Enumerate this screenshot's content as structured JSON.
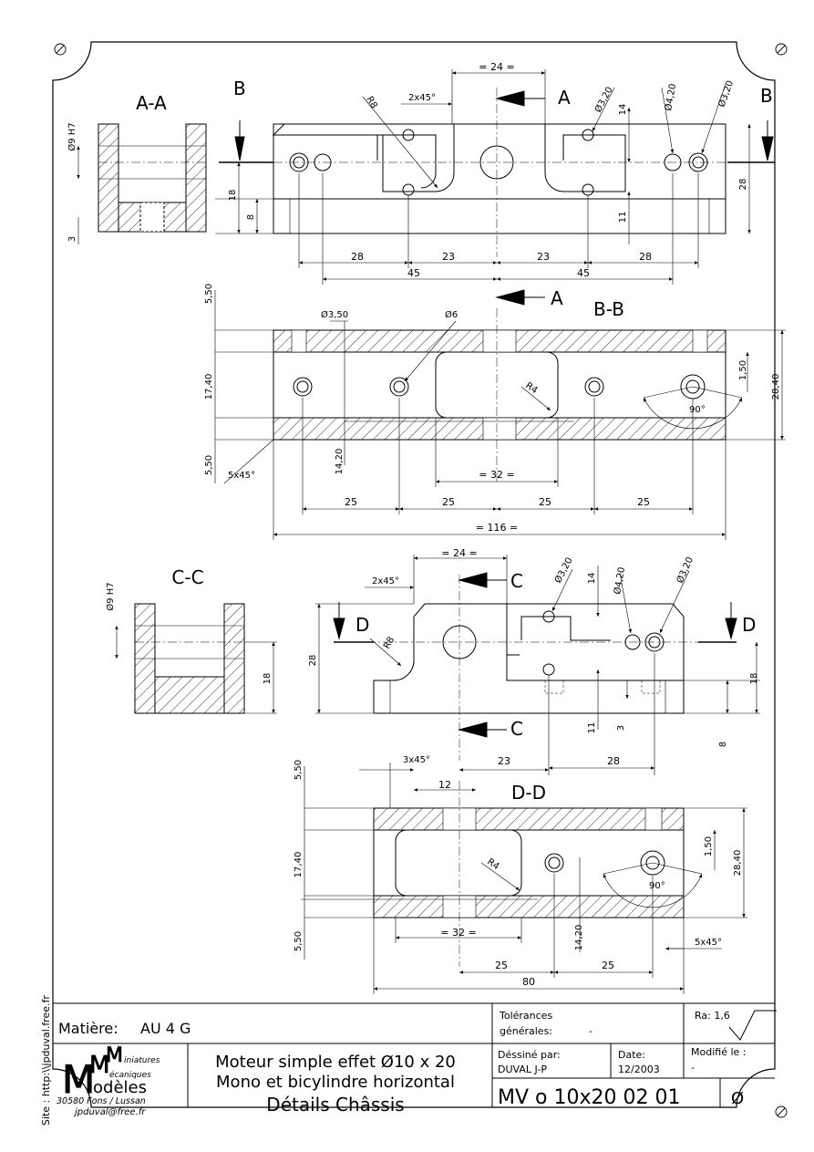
{
  "views": {
    "aa": {
      "title": "A-A",
      "dims": [
        "Ø9 H7",
        "3"
      ]
    },
    "top": {
      "section_marks": [
        "A",
        "A",
        "B",
        "B"
      ],
      "top_dims": [
        "= 24 =",
        "2x45°",
        "R8",
        "Ø3,20",
        "Ø4,20",
        "Ø3,20"
      ],
      "side_dims": [
        "14",
        "11",
        "18",
        "8",
        "28"
      ],
      "bottom_row1": [
        "28",
        "23",
        "23",
        "28"
      ],
      "bottom_row2": [
        "45",
        "45"
      ]
    },
    "bb": {
      "title": "B-B",
      "side_dims": [
        "5,50",
        "17,40",
        "5,50",
        "1,50",
        "28,40"
      ],
      "hole_dims": [
        "Ø3,50",
        "Ø6",
        "R4",
        "90°"
      ],
      "bottom_dims": [
        "5x45°",
        "14,20",
        "= 32 ="
      ],
      "row25": [
        "25",
        "25",
        "25",
        "25"
      ],
      "total": "= 116 ="
    },
    "cc": {
      "title": "C-C",
      "dims": [
        "Ø9 H7",
        "18"
      ]
    },
    "mid": {
      "section_marks": [
        "C",
        "C",
        "D",
        "D"
      ],
      "top_dims": [
        "= 24 =",
        "2x45°",
        "R8",
        "Ø3,20",
        "Ø4,20",
        "Ø3,20",
        "14"
      ],
      "side_dims": [
        "28",
        "18",
        "11",
        "3",
        "8"
      ],
      "bottom_dims": [
        "23",
        "28"
      ]
    },
    "dd": {
      "title": "D-D",
      "side_dims": [
        "5,50",
        "17,40",
        "5,50",
        "1,50",
        "28,40"
      ],
      "top_dims": [
        "3x45°",
        "12"
      ],
      "hole_dims": [
        "R4",
        "90°"
      ],
      "bottom_dims": [
        "= 32 =",
        "14,20",
        "5x45°",
        "25",
        "25"
      ],
      "total": "80"
    }
  },
  "site": "Site : http:\\\\jpduval.free.fr",
  "title_block": {
    "material_label": "Matière:",
    "material": "AU 4 G",
    "tolerance_label_1": "Tolérances",
    "tolerance_label_2": "générales:",
    "tolerance_value": "-",
    "roughness": "Ra: 1,6",
    "logo": {
      "l1": "iniatures",
      "l2": "écaniques",
      "l3": "odèles",
      "address": "30580 Fons / Lussan",
      "email": "jpduval@free.fr"
    },
    "title_lines": [
      "Moteur simple effet Ø10 x 20",
      "Mono et bicylindre horizontal",
      "Détails Châssis"
    ],
    "drawn_by_label": "Déssiné par:",
    "drawn_by": "DUVAL J-P",
    "date_label": "Date:",
    "date": "12/2003",
    "modified_label": "Modifié le :",
    "modified": "-",
    "reference": "MV o 10x20 02 01",
    "scale_symbol": "Ø"
  }
}
